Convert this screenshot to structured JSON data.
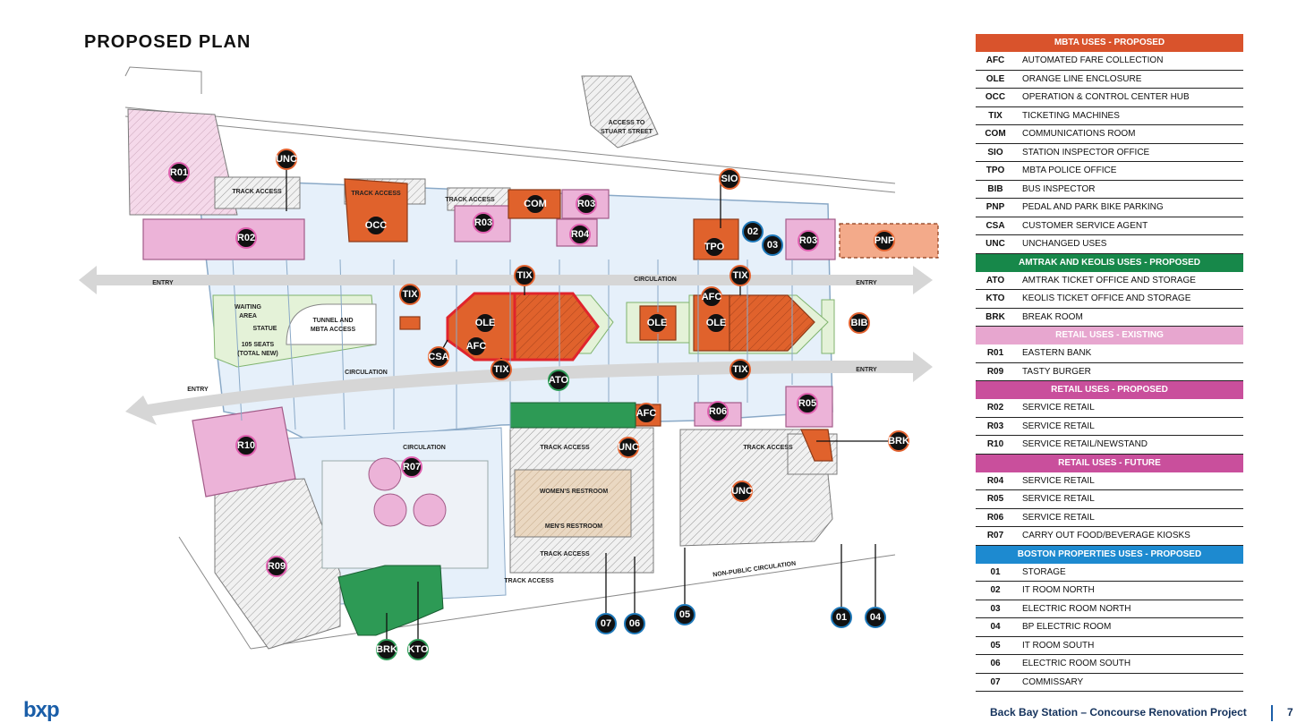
{
  "title": "PROPOSED PLAN",
  "plan_labels": {
    "track_access": "TRACK ACCESS",
    "access_stuart_1": "ACCESS TO",
    "access_stuart_2": "STUART STREET",
    "entry": "ENTRY",
    "circulation": "CIRCULATION",
    "waiting_1": "WAITING",
    "waiting_2": "AREA",
    "statue": "STATUE",
    "seats_1": "105 SEATS",
    "seats_2": "(TOTAL NEW)",
    "tunnel_1": "TUNNEL AND",
    "tunnel_2": "MBTA ACCESS",
    "womens": "WOMEN'S RESTROOM",
    "mens": "MEN'S RESTROOM",
    "non_public": "NON-PUBLIC CIRCULATION"
  },
  "markers": {
    "r01": "R01",
    "unc1": "UNC",
    "r02": "R02",
    "occ": "OCC",
    "r03a": "R03",
    "com": "COM",
    "r03b": "R03",
    "r04": "R04",
    "sio": "SIO",
    "tpo": "TPO",
    "m02": "02",
    "m03": "03",
    "r03c": "R03",
    "pnp": "PNP",
    "tix1": "TIX",
    "tix2": "TIX",
    "tix3": "TIX",
    "tix4": "TIX",
    "tix5": "TIX",
    "ole1": "OLE",
    "ole2": "OLE",
    "ole3": "OLE",
    "afc1": "AFC",
    "afc2": "AFC",
    "afc3": "AFC",
    "csa": "CSA",
    "bib": "BIB",
    "ato": "ATO",
    "r06": "R06",
    "r05": "R05",
    "brk1": "BRK",
    "unc2": "UNC",
    "unc3": "UNC",
    "r10": "R10",
    "r07": "R07",
    "r09": "R09",
    "brk2": "BRK",
    "kto": "KTO",
    "m07": "07",
    "m06": "06",
    "m05": "05",
    "m01": "01",
    "m04": "04"
  },
  "legend": {
    "sections": [
      {
        "heading": "MBTA USES - PROPOSED",
        "color": "#d9532c",
        "rows": [
          {
            "code": "AFC",
            "desc": "AUTOMATED FARE COLLECTION"
          },
          {
            "code": "OLE",
            "desc": "ORANGE LINE ENCLOSURE"
          },
          {
            "code": "OCC",
            "desc": "OPERATION & CONTROL CENTER HUB"
          },
          {
            "code": "TIX",
            "desc": "TICKETING MACHINES"
          },
          {
            "code": "COM",
            "desc": "COMMUNICATIONS ROOM"
          },
          {
            "code": "SIO",
            "desc": "STATION INSPECTOR OFFICE"
          },
          {
            "code": "TPO",
            "desc": "MBTA POLICE OFFICE"
          },
          {
            "code": "BIB",
            "desc": "BUS INSPECTOR"
          },
          {
            "code": "PNP",
            "desc": "PEDAL AND PARK BIKE PARKING"
          },
          {
            "code": "CSA",
            "desc": "CUSTOMER SERVICE AGENT"
          },
          {
            "code": "UNC",
            "desc": "UNCHANGED USES"
          }
        ]
      },
      {
        "heading": "AMTRAK AND KEOLIS USES - PROPOSED",
        "color": "#17884a",
        "rows": [
          {
            "code": "ATO",
            "desc": "AMTRAK TICKET OFFICE AND STORAGE"
          },
          {
            "code": "KTO",
            "desc": "KEOLIS TICKET OFFICE AND STORAGE"
          },
          {
            "code": "BRK",
            "desc": "BREAK ROOM"
          }
        ]
      },
      {
        "heading": "RETAIL USES - EXISTING",
        "color": "#e7a6cf",
        "rows": [
          {
            "code": "R01",
            "desc": "EASTERN BANK"
          },
          {
            "code": "R09",
            "desc": "TASTY BURGER"
          }
        ]
      },
      {
        "heading": "RETAIL USES - PROPOSED",
        "color": "#c94f9c",
        "rows": [
          {
            "code": "R02",
            "desc": "SERVICE RETAIL"
          },
          {
            "code": "R03",
            "desc": "SERVICE RETAIL"
          },
          {
            "code": "R10",
            "desc": "SERVICE RETAIL/NEWSTAND"
          }
        ]
      },
      {
        "heading": "RETAIL USES - FUTURE",
        "color": "#c94f9c",
        "rows": [
          {
            "code": "R04",
            "desc": "SERVICE RETAIL"
          },
          {
            "code": "R05",
            "desc": "SERVICE RETAIL"
          },
          {
            "code": "R06",
            "desc": "SERVICE RETAIL"
          },
          {
            "code": "R07",
            "desc": "CARRY OUT FOOD/BEVERAGE  KIOSKS"
          }
        ]
      },
      {
        "heading": "BOSTON PROPERTIES USES - PROPOSED",
        "color": "#1d8ad0",
        "rows": [
          {
            "code": "01",
            "desc": "STORAGE"
          },
          {
            "code": "02",
            "desc": "IT ROOM NORTH"
          },
          {
            "code": "03",
            "desc": "ELECTRIC ROOM NORTH"
          },
          {
            "code": "04",
            "desc": "BP ELECTRIC ROOM"
          },
          {
            "code": "05",
            "desc": "IT ROOM SOUTH"
          },
          {
            "code": "06",
            "desc": "ELECTRIC ROOM SOUTH"
          },
          {
            "code": "07",
            "desc": "COMMISSARY"
          }
        ]
      }
    ]
  },
  "footer": {
    "logo": "bxp",
    "project": "Back Bay Station – Concourse Renovation Project",
    "page": "7"
  },
  "colors": {
    "mbta": "#e2622f",
    "amtrak": "#2d9a55",
    "retail_existing": "#e9a8d3",
    "retail_proposed": "#e5a0cd",
    "bp": "#1d77b8",
    "circulation": "#e6f0fa"
  }
}
